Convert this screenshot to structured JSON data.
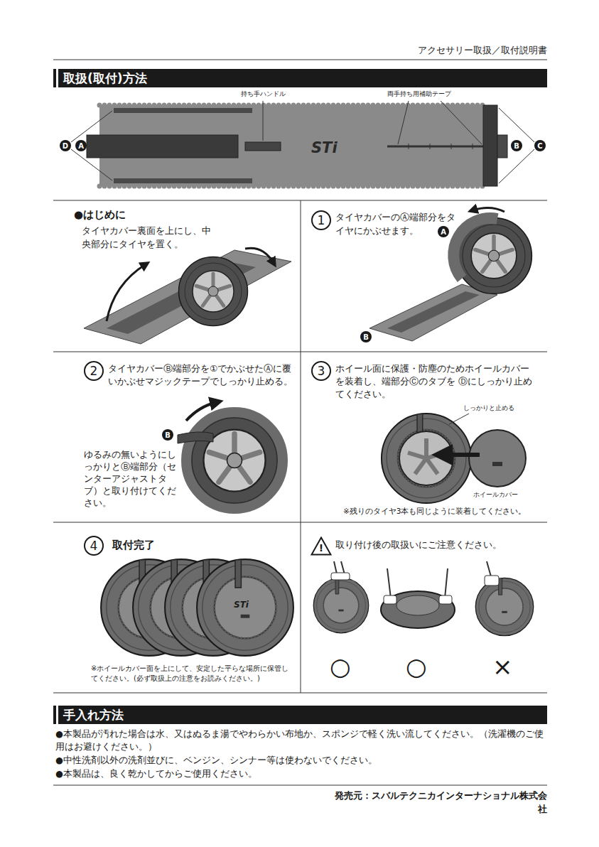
{
  "diagram": {
    "nodes": [
      {
        "text": [
          "取扱(取付)方法"
        ]
      },
      {
        "text": [
          "D"
        ]
      },
      {
        "text": [
          "A"
        ]
      },
      {
        "text": [
          "B"
        ]
      },
      {
        "text": [
          "C"
        ]
      },
      {
        "text": [
          "1"
        ]
      },
      {
        "text": [
          "A"
        ]
      },
      {
        "text": [
          "B"
        ]
      },
      {
        "text": [
          "2"
        ]
      },
      {
        "text": [
          "B"
        ]
      },
      {
        "text": [
          "3"
        ]
      },
      {
        "text": [
          "4"
        ]
      },
      {
        "text": [
          "!"
        ]
      },
      {
        "text": [
          "手入れ方法"
        ]
      }
    ],
    "labels": [
      "アクセサリー取扱／取付説明書",
      "持ち手ハンドル",
      "両手持ち用補助テープ",
      "STi",
      "●はじめに",
      "タイヤカバー裏面を上にし、中央部分にタイヤを置く。",
      "タイヤカバーのⒶ端部分をタイヤにかぶせます。",
      "タイヤカバーⒷ端部分を①でかぶせたⒶに覆いかぶせマジックテープでしっかり止める。",
      "ゆるみの無いようにしっかりとⒷ端部分（センターアジャストタブ）と取り付けてください。",
      "ホイール面に保護・防塵のためホイールカバーを装着し、端部分Ⓒのタブを Ⓓにしっかり止めてください。",
      "しっかりと止める",
      "ホイールカバー",
      "※残りのタイヤ3本も同じように装着してください。",
      "取付完了",
      "STi",
      "※ホイールカバー面を上にして、安定した平らな場所に保管してください。(必ず取扱上の注意をお読みください。)",
      "取り付け後の取扱いにご注意ください。",
      "○",
      "○",
      "×",
      "●本製品が汚れた場合は水、又はぬるま湯でやわらかい布地か、スポンジで軽く洗い流してください。（洗濯機のご使用はお避けください。）",
      "●中性洗剤以外の洗剤並びに、ベンジン、シンナー等は使わないでください。",
      "●本製品は、良く乾かしてからご使用ください。",
      "発売元：スバルテクニカインターナショナル株式会社"
    ]
  }
}
